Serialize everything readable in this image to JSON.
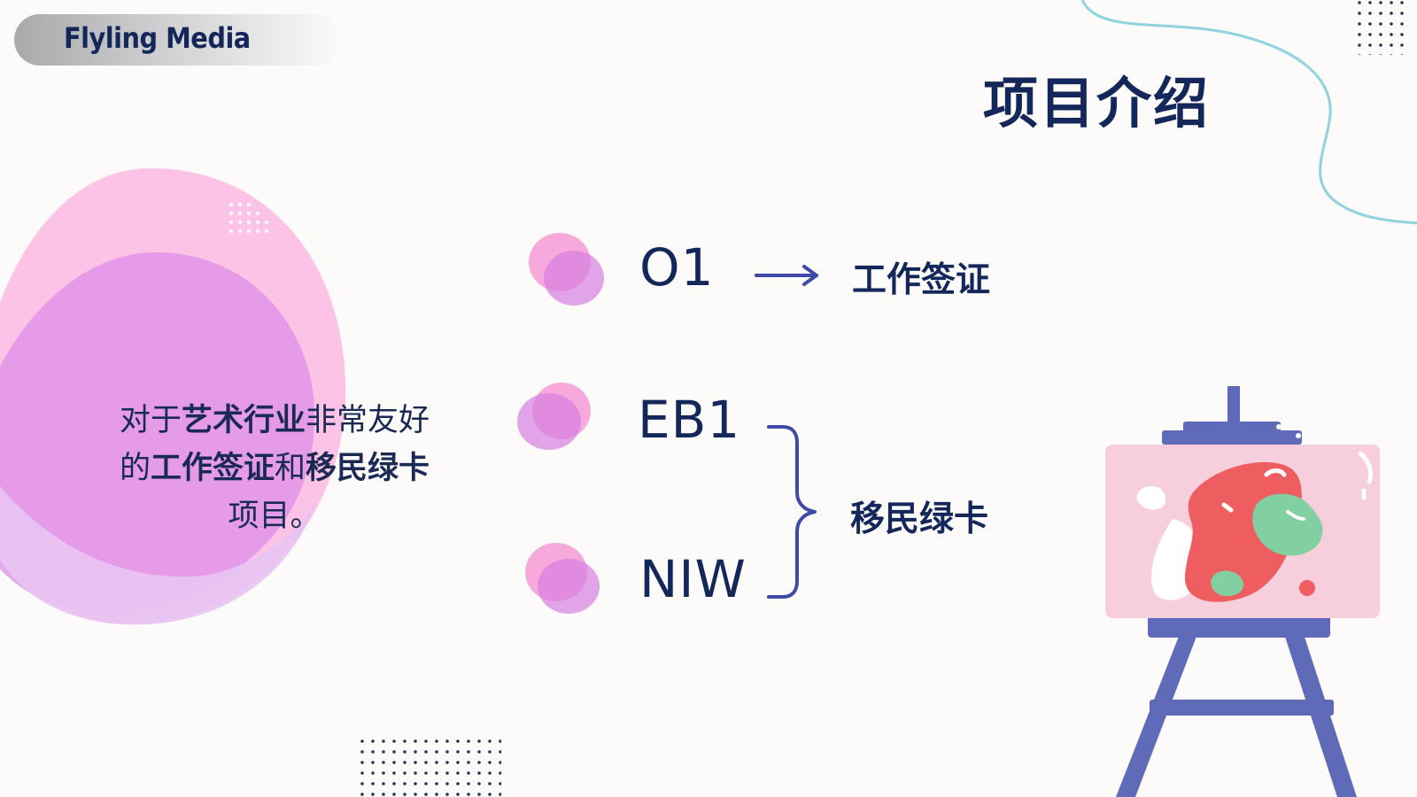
{
  "brand": {
    "name": "Flyling Media"
  },
  "title": "项目介绍",
  "intro": {
    "segments": [
      {
        "text": "对于",
        "bold": false
      },
      {
        "text": "艺术行业",
        "bold": true
      },
      {
        "text": "非常友好的",
        "bold": false
      },
      {
        "text": "工作签证",
        "bold": true
      },
      {
        "text": "和",
        "bold": false
      },
      {
        "text": "移民绿卡",
        "bold": true
      },
      {
        "text": "项目。",
        "bold": false
      }
    ]
  },
  "items": [
    {
      "label": "O1"
    },
    {
      "label": "EB1"
    },
    {
      "label": "NIW"
    }
  ],
  "targets": {
    "work_visa": "工作签证",
    "green_card": "移民绿卡"
  },
  "colors": {
    "navy": "#13275a",
    "pink": "#f7a9dc",
    "purple": "#d57fe0",
    "connector": "#3f4aa8",
    "easel": "#5f6ab8",
    "canvas": "#f7cfdc",
    "paint_red": "#ee5d5f",
    "paint_green": "#82d0a1",
    "curve": "#8fd3df"
  },
  "icons": {
    "arrow": "right-arrow-icon",
    "brace": "curly-brace-icon",
    "easel": "easel-painting-icon"
  }
}
